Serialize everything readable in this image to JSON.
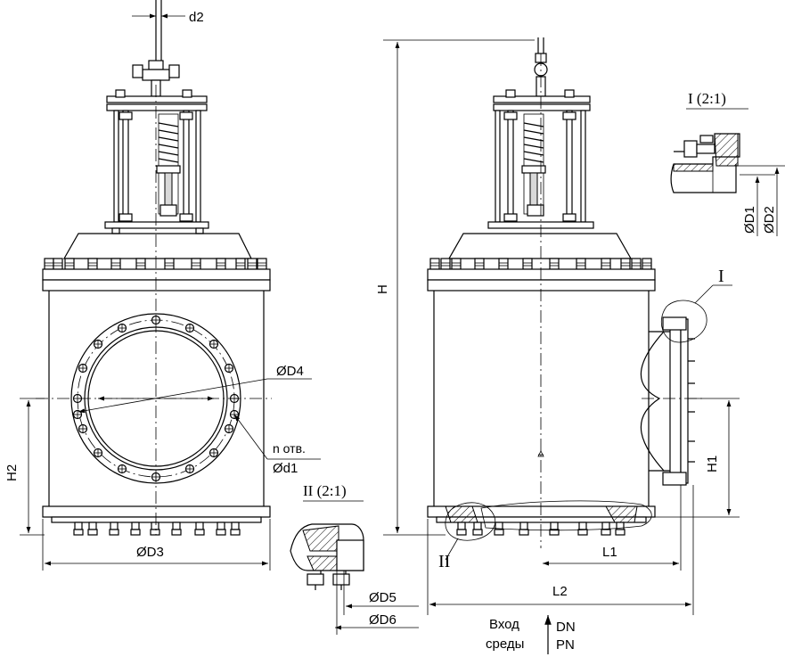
{
  "labels": {
    "d2": "d2",
    "D4": "ØD4",
    "n_holes": "n отв.",
    "d1": "Ød1",
    "H2": "H2",
    "D3": "ØD3",
    "detail2_title": "II (2:1)",
    "D5": "ØD5",
    "D6": "ØD6",
    "H": "H",
    "detail1_title": "I (2:1)",
    "D1": "ØD1",
    "D2": "ØD2",
    "mark1": "I",
    "mark2": "II",
    "H1": "H1",
    "L1": "L1",
    "L2": "L2",
    "inlet_line1": "Вход",
    "inlet_line2": "среды",
    "DN": "DN",
    "PN": "PN"
  }
}
